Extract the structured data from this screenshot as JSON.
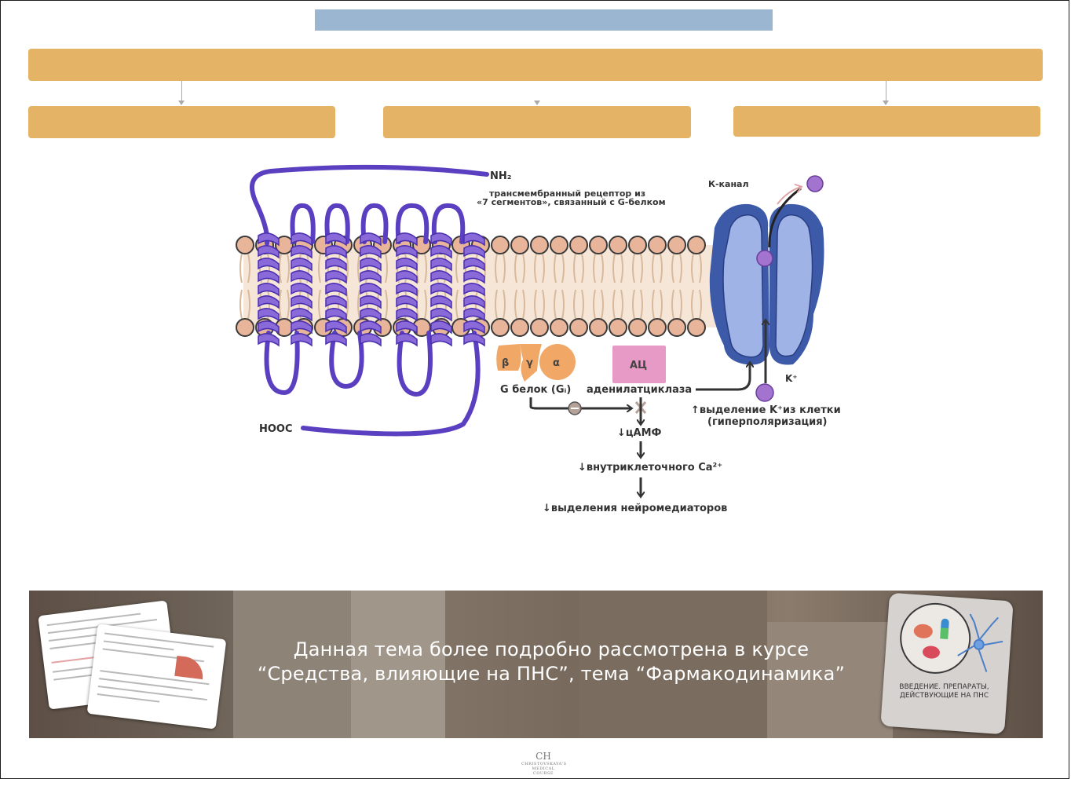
{
  "diagram": {
    "nh2_label": "NH₂",
    "receptor_label_line1": "трансмембранный рецептор из",
    "receptor_label_line2": "«7 сегментов», связанный с G-белком",
    "k_channel_label": "К-канал",
    "beta": "β",
    "gamma": "γ",
    "alpha": "α",
    "ac_box": "АЦ",
    "gprotein_label": "G белок (Gᵢ)",
    "adenylate_label": "аденилатциклаза",
    "k_ion_label": "K⁺",
    "k_release_line1": "↑выделение K⁺из клетки",
    "k_release_line2": "(гиперполяризация)",
    "camp_label": "↓цАМФ",
    "ca_label": "↓внутриклеточного Ca²⁺",
    "neuro_label": "↓выделения нейромедиаторов",
    "hooc_label": "HOOC"
  },
  "banner": {
    "line1": "Данная тема более подробно рассмотрена в курсе",
    "line2": "“Средства, влияющие на ПНС”, тема “Фармакодинамика”",
    "course_card_text": "ВВЕДЕНИЕ. ПРЕПАРАТЫ, ДЕЙСТВУЮЩИЕ НА ПНС"
  },
  "logo": {
    "monogram": "CH",
    "brand": "CHRISTOVSKAYA'S MEDICAL COURSE"
  },
  "colors": {
    "title_bar": "#9bb6d0",
    "orange_box": "#e5b366",
    "gray_box": "#d9d9d9",
    "receptor": "#8a6ad8",
    "membrane_head": "#e8b49a",
    "channel_dark": "#3c5aa8",
    "channel_light": "#9fb3e6",
    "ion": "#a274d0",
    "g_protein": "#f1a766",
    "ac": "#e89ac6"
  }
}
